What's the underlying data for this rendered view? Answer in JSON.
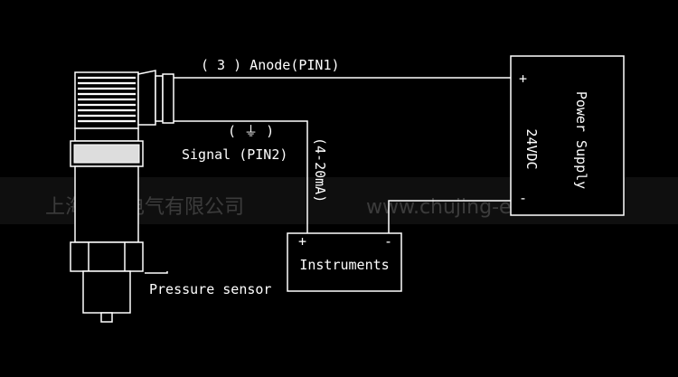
{
  "labels": {
    "anode": "( 3 ) Anode(PIN1)",
    "ground_symbol": "( ⏚ )",
    "signal": "Signal (PIN2)",
    "current_range": "(4-20mA)",
    "pressure_sensor": "Pressure sensor",
    "instruments": "Instruments",
    "power_supply": "Power Supply",
    "voltage": "24VDC",
    "ps_plus": "+",
    "ps_minus": "-",
    "inst_plus": "+",
    "inst_minus": "-"
  },
  "watermark": {
    "company_cn": "上海楚景电气有限公司",
    "url": "www.chujing-electric.com"
  },
  "colors": {
    "background": "#000000",
    "line": "#ffffff"
  }
}
